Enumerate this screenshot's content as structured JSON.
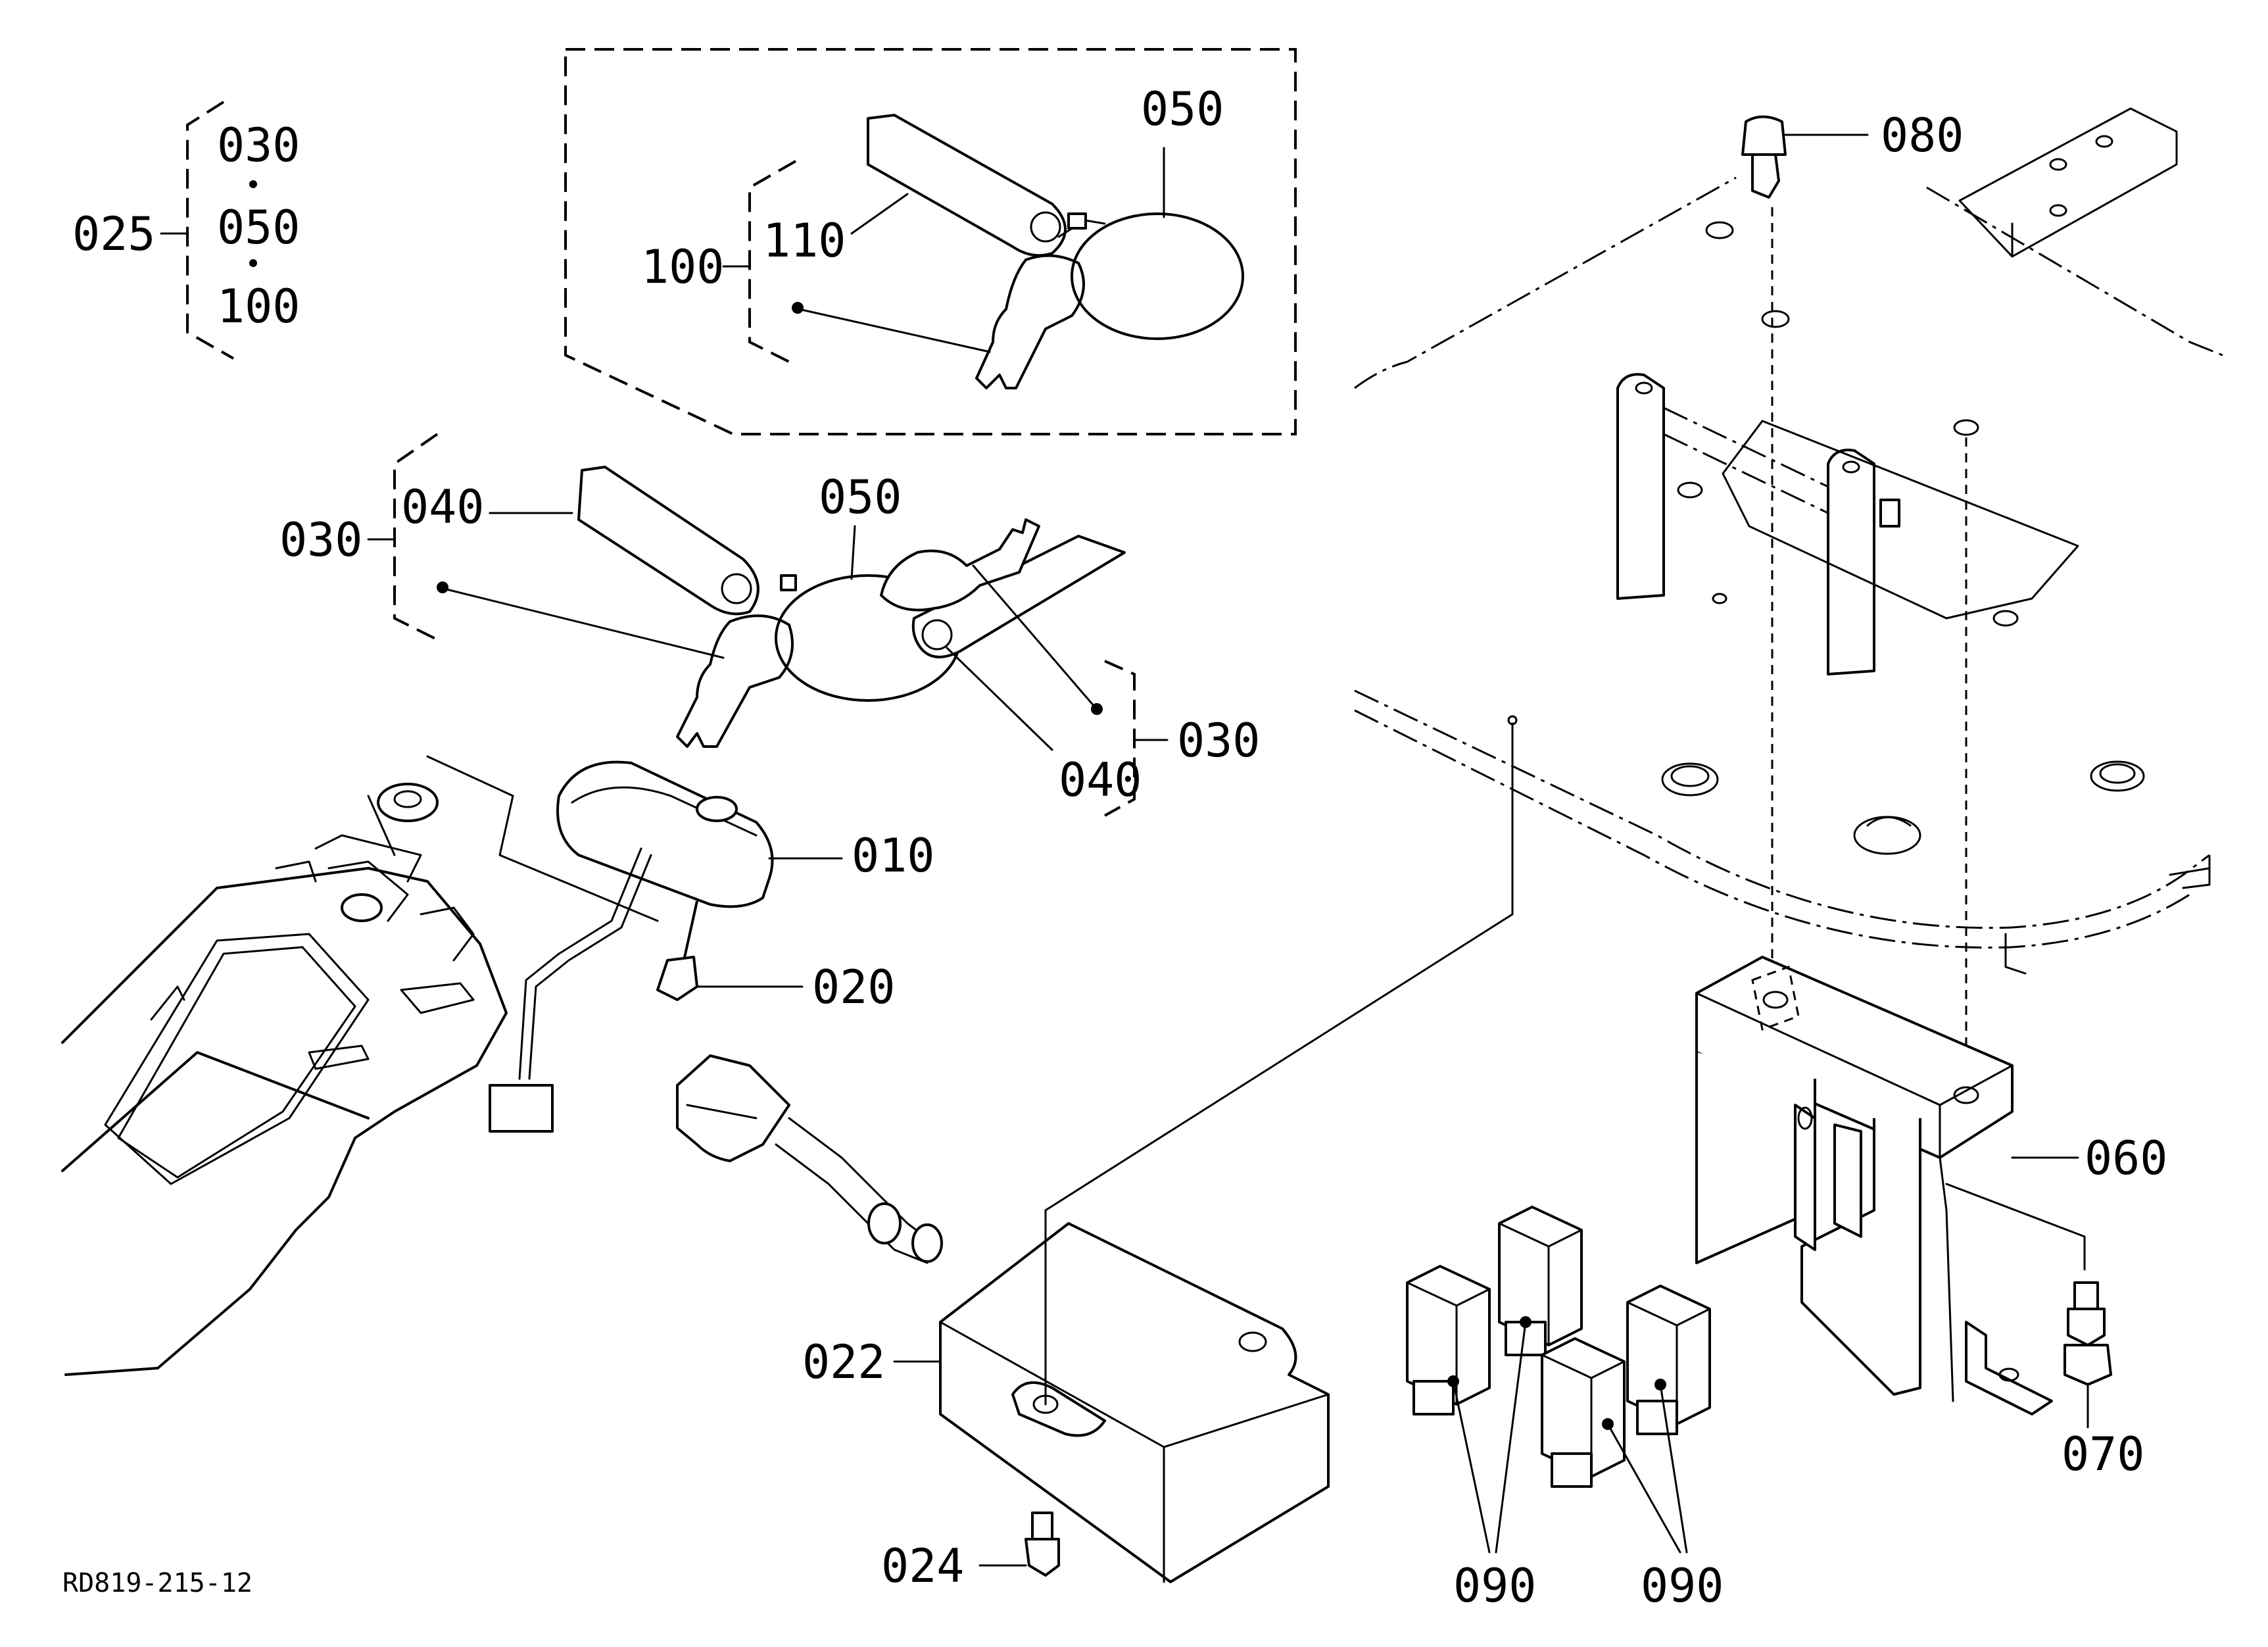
{
  "labels": {
    "l025": "025",
    "l025a": "030",
    "l025b": "050",
    "l025c": "100",
    "l100": "100",
    "l110": "110",
    "l050top": "050",
    "l080": "080",
    "l030a": "030",
    "l040a": "040",
    "l050mid": "050",
    "l030b": "030",
    "l040b": "040",
    "l010": "010",
    "l020": "020",
    "l060": "060",
    "l022": "022",
    "l024": "024",
    "l070": "070",
    "l090a": "090",
    "l090b": "090"
  },
  "drawing_ref": "RD819-215-12"
}
